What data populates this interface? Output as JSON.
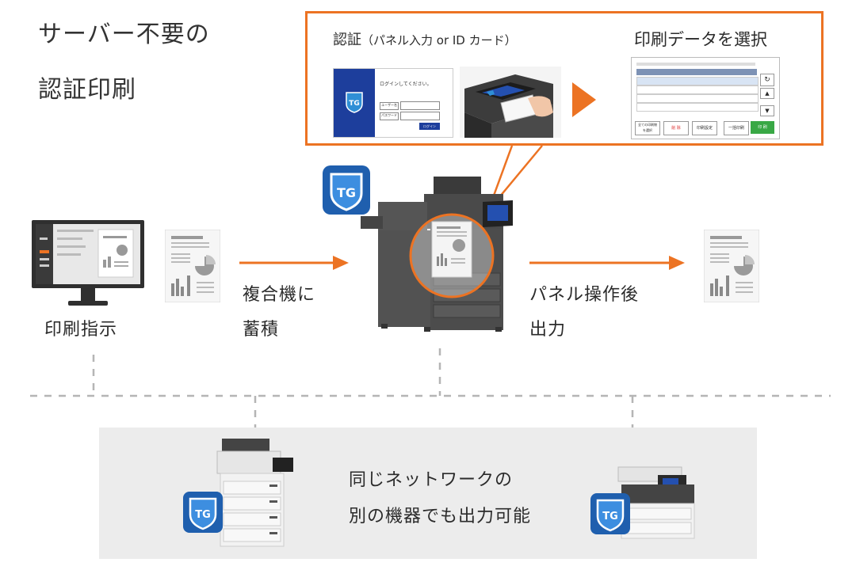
{
  "title": {
    "line1": "サーバー不要の",
    "line2": "認証印刷"
  },
  "callout": {
    "auth_heading_main": "認証",
    "auth_heading_sub": "（パネル入力 or ID カード）",
    "select_heading": "印刷データを選択",
    "login_prompt": "ログインしてください。",
    "user_label": "ユーザー名",
    "password_label": "パスワード",
    "login_button": "ログイン",
    "print_button": "印 刷",
    "delete_button": "削 除",
    "settings_button": "印刷設定",
    "batch_button": "一括印刷",
    "select_all_button_l1": "全ての印刷物",
    "select_all_button_l2": "を選択"
  },
  "brand": {
    "badge_text": "TG",
    "accent": "#ec7323",
    "badge_color": "#1f5fae"
  },
  "flow": {
    "pc_label": "印刷指示",
    "store_l1": "複合機に",
    "store_l2": "蓄積",
    "output_l1": "パネル操作後",
    "output_l2": "出力"
  },
  "network": {
    "line1": "同じネットワークの",
    "line2": "別の機器でも出力可能"
  }
}
